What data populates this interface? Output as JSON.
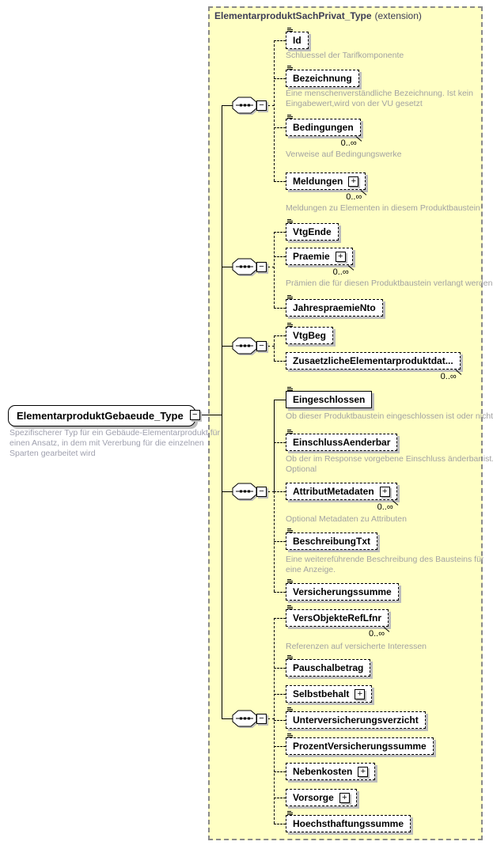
{
  "extension": {
    "title": "ElementarproduktSachPrivat_Type",
    "title_suffix": "(extension)"
  },
  "root": {
    "name": "ElementarproduktGebaeude_Type",
    "annotation": "Spezifischerer Typ für ein Gebäude-Elementarprodukt für\neinen Ansatz, in dem mit Vererbung für die einzelnen\nSparten gearbeitet wird"
  },
  "icons": {
    "collapse_glyph": "−",
    "expand_glyph": "+",
    "sequence": "sequence-compositor",
    "simple_content": "three-lines"
  },
  "colors": {
    "panel_bg": "#FFFFC4",
    "panel_border": "#8A8A8A",
    "box_border": "#000000",
    "shadow": "#BDBDBD",
    "annotation_text": "#A2A2A2",
    "title_text": "#3D3D55"
  },
  "elements": [
    {
      "label": "Id",
      "desc": "Schluessel der Tarifkomponente"
    },
    {
      "label": "Bezeichnung",
      "desc": "Eine menschenverständliche Bezeichnung. Ist kein\nEingabewert,wird von der VU gesetzt"
    },
    {
      "label": "Bedingungen",
      "occ": "0..∞",
      "desc": "Verweise auf Bedingungswerke"
    },
    {
      "label": "Meldungen",
      "occ": "0..∞",
      "desc": "Meldungen zu Elementen in diesem Produktbaustein"
    },
    {
      "label": "VtgEnde"
    },
    {
      "label": "Praemie",
      "occ": "0..∞",
      "desc": "Prämien die für diesen Produktbaustein verlangt werden"
    },
    {
      "label": "JahrespraemieNto"
    },
    {
      "label": "VtgBeg"
    },
    {
      "label": "ZusaetzlicheElementarproduktdat...",
      "occ": "0..∞"
    },
    {
      "label": "Eingeschlossen",
      "desc": "Ob dieser Produktbaustein eingeschlossen ist oder nicht"
    },
    {
      "label": "EinschlussAenderbar",
      "desc": "Ob der im Response vorgebene Einschluss änderbar ist.\nOptional"
    },
    {
      "label": "AttributMetadaten",
      "occ": "0..∞",
      "desc": "Optional Metadaten zu Attributen"
    },
    {
      "label": "BeschreibungTxt",
      "desc": "Eine weitereführende Beschreibung des Bausteins für\neine Anzeige."
    },
    {
      "label": "Versicherungssumme"
    },
    {
      "label": "VersObjekteRefLfnr",
      "occ": "0..∞",
      "desc": "Referenzen auf versicherte Interessen"
    },
    {
      "label": "Pauschalbetrag"
    },
    {
      "label": "Selbstbehalt"
    },
    {
      "label": "Unterversicherungsverzicht"
    },
    {
      "label": "ProzentVersicherungssumme"
    },
    {
      "label": "Nebenkosten"
    },
    {
      "label": "Vorsorge"
    },
    {
      "label": "Hoechsthaftungssumme"
    }
  ]
}
